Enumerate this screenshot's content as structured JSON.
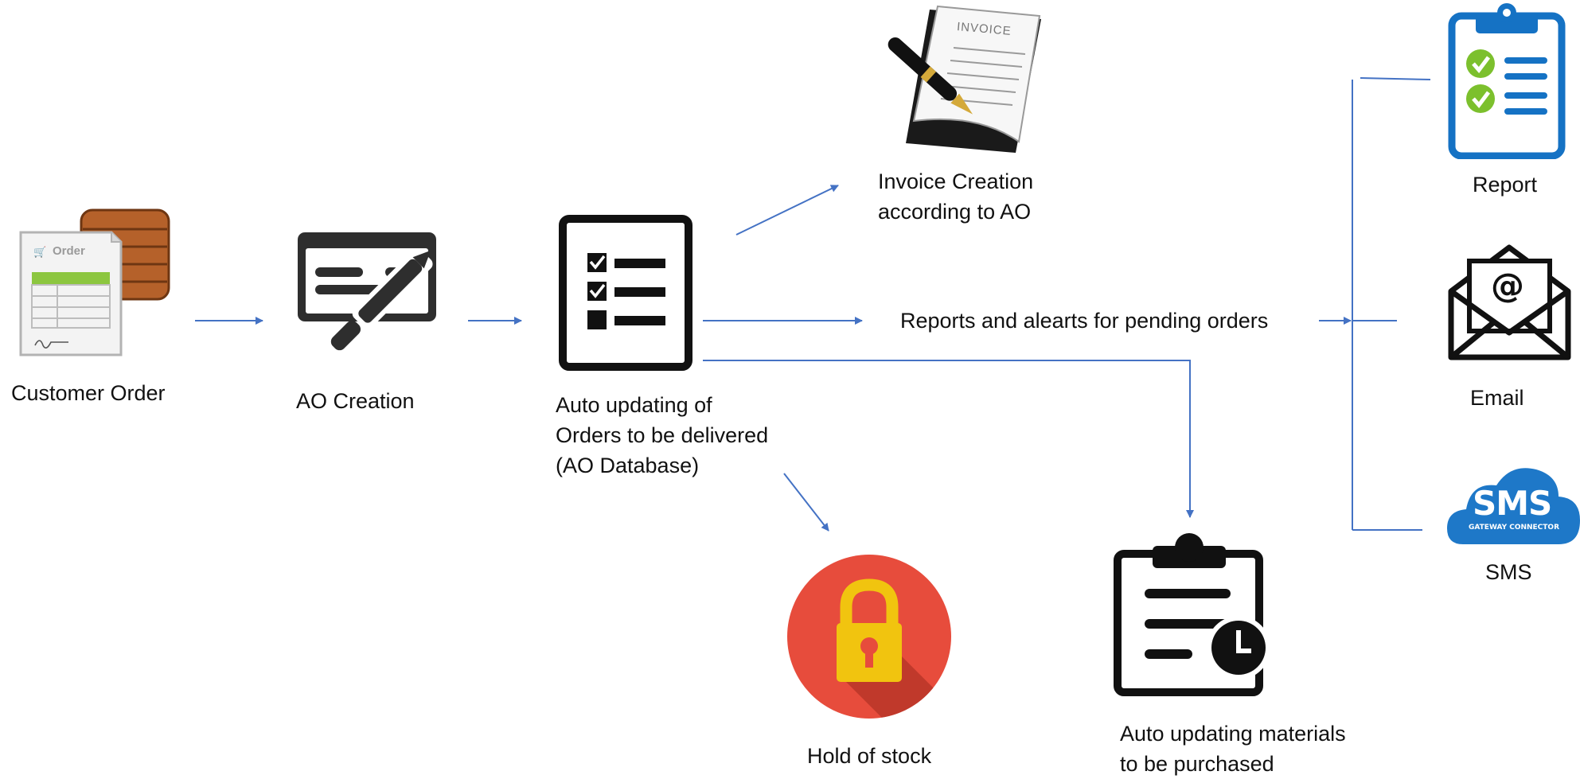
{
  "nodes": {
    "customer_order": {
      "label": "Customer Order",
      "badge": "Order"
    },
    "ao_creation": {
      "label": "AO Creation"
    },
    "auto_update_orders": {
      "line1": "Auto updating of",
      "line2": "Orders to be delivered",
      "line3": "(AO Database)"
    },
    "invoice_creation": {
      "line1": "Invoice Creation",
      "line2": "according to AO",
      "doc_title": "INVOICE"
    },
    "reports_alerts": {
      "label": "Reports and alearts for pending orders"
    },
    "hold_stock": {
      "label": "Hold of stock"
    },
    "auto_update_materials": {
      "line1": "Auto updating materials",
      "line2": "to be purchased"
    },
    "report": {
      "label": "Report"
    },
    "email": {
      "label": "Email",
      "glyph": "@"
    },
    "sms": {
      "label": "SMS",
      "logo_main": "SMS",
      "logo_sub": "GATEWAY CONNECTOR"
    }
  },
  "colors": {
    "arrow": "#4472c4",
    "icon_dark": "#111111",
    "lock_bg": "#e74c3c",
    "lock_body": "#f1c40f",
    "report_blue": "#1572c4",
    "check_green": "#7cc02d",
    "sms_blue": "#1e78c8"
  }
}
